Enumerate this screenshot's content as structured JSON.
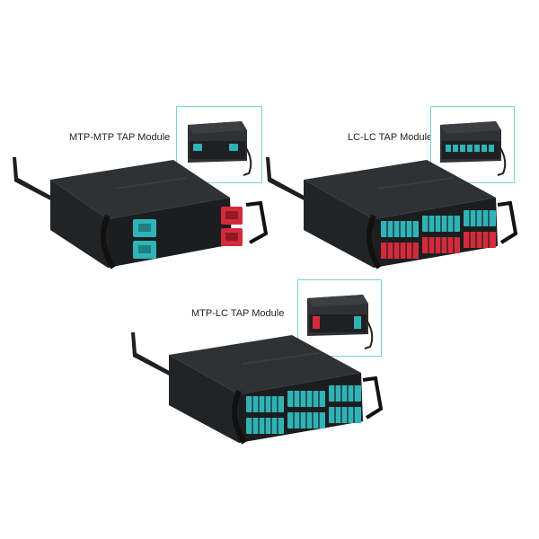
{
  "modules": [
    {
      "title": "MTP-MTP TAP Module"
    },
    {
      "title": "LC-LC TAP Module"
    },
    {
      "title": "MTP-LC TAP Module"
    }
  ],
  "colors": {
    "aqua": "#2fb3b6",
    "red": "#d42b3a",
    "body": "#2b2d30",
    "inset_border": "#7fcfd8"
  }
}
